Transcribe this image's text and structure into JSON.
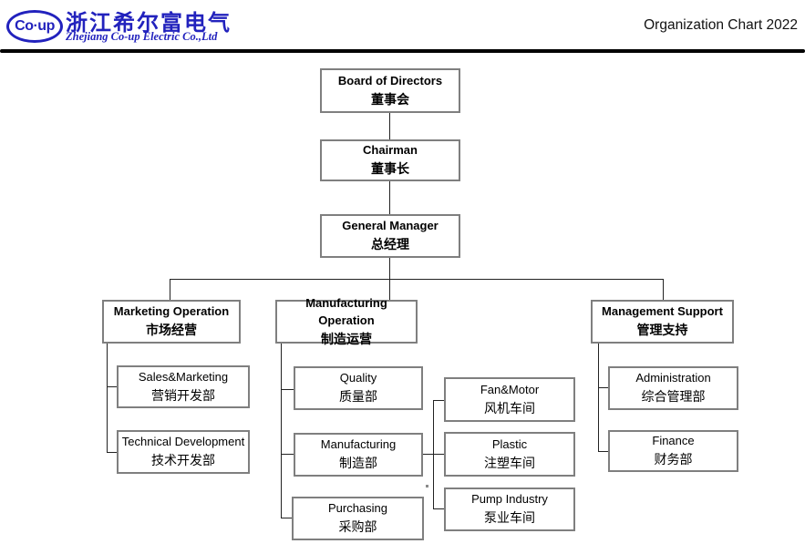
{
  "header": {
    "logo_badge": "Co·up",
    "company_name_zh": "浙江希尔富电气",
    "company_name_en": "Zhejiang Co-up Electric Co.,Ltd",
    "title": "Organization Chart 2022",
    "brand_color": "#2222bd"
  },
  "chart": {
    "type": "org-chart",
    "box_border_color": "#7f7f7f",
    "connector_color": "#222222",
    "nodes": {
      "board": {
        "en": "Board of Directors",
        "zh": "董事会"
      },
      "chairman": {
        "en": "Chairman",
        "zh": "董事长"
      },
      "general_manager": {
        "en": "General Manager",
        "zh": "总经理"
      },
      "marketing_operation": {
        "en": "Marketing Operation",
        "zh": "市场经营"
      },
      "manufacturing_operation": {
        "en": "Manufacturing  Operation",
        "zh": "制造运营"
      },
      "management_support": {
        "en": "Management Support",
        "zh": "管理支持"
      },
      "sales_marketing": {
        "en": "Sales&Marketing",
        "zh": "营销开发部"
      },
      "technical_development": {
        "en": "Technical Development",
        "zh": "技术开发部"
      },
      "quality": {
        "en": "Quality",
        "zh": "质量部"
      },
      "manufacturing": {
        "en": "Manufacturing",
        "zh": "制造部"
      },
      "purchasing": {
        "en": "Purchasing",
        "zh": "采购部"
      },
      "fan_motor": {
        "en": "Fan&Motor",
        "zh": "风机车间"
      },
      "plastic": {
        "en": "Plastic",
        "zh": "注塑车间"
      },
      "pump_industry": {
        "en": "Pump Industry",
        "zh": "泵业车间"
      },
      "administration": {
        "en": "Administration",
        "zh": "综合管理部"
      },
      "finance": {
        "en": "Finance",
        "zh": "财务部"
      }
    },
    "edges": [
      [
        "board",
        "chairman"
      ],
      [
        "chairman",
        "general_manager"
      ],
      [
        "general_manager",
        "marketing_operation"
      ],
      [
        "general_manager",
        "manufacturing_operation"
      ],
      [
        "general_manager",
        "management_support"
      ],
      [
        "marketing_operation",
        "sales_marketing"
      ],
      [
        "marketing_operation",
        "technical_development"
      ],
      [
        "manufacturing_operation",
        "quality"
      ],
      [
        "manufacturing_operation",
        "manufacturing"
      ],
      [
        "manufacturing_operation",
        "purchasing"
      ],
      [
        "manufacturing",
        "fan_motor"
      ],
      [
        "manufacturing",
        "plastic"
      ],
      [
        "manufacturing",
        "pump_industry"
      ],
      [
        "management_support",
        "administration"
      ],
      [
        "management_support",
        "finance"
      ]
    ]
  }
}
